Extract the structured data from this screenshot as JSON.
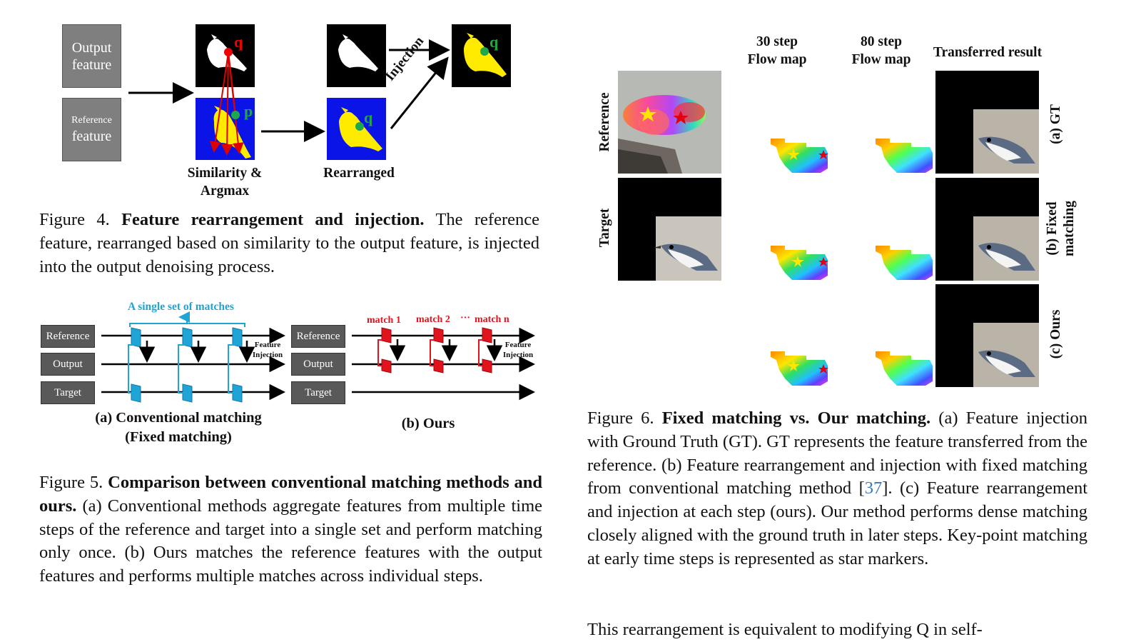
{
  "figure4": {
    "box_output_line1": "Output",
    "box_output_line2": "feature",
    "box_ref_line1": "Reference",
    "box_ref_line2": "feature",
    "label_q": "q",
    "label_p": "p",
    "label_injection": "Injection",
    "label_similarity_line1": "Similarity &",
    "label_similarity_line2": "Argmax",
    "label_rearranged": "Rearranged",
    "caption_prefix": "Figure 4.",
    "caption_title": "Feature rearrangement and injection.",
    "caption_body": " The reference feature, rearranged based on similarity to the output feature, is injected into the output denoising process."
  },
  "figure5": {
    "single_set_label": "A single set of matches",
    "rows": [
      "Reference",
      "Output",
      "Target"
    ],
    "feature_injection_line1": "Feature",
    "feature_injection_line2": "Injection",
    "match1": "match 1",
    "match2": "match 2",
    "dots": "···",
    "matchn": "match n",
    "sub_a_line1": "(a) Conventional matching",
    "sub_a_line2": "(Fixed matching)",
    "sub_b": "(b) Ours",
    "caption_prefix": "Figure 5.",
    "caption_title": "Comparison between conventional matching methods and ours.",
    "caption_body": " (a) Conventional methods aggregate features from multiple time steps of the reference and target into a single set and perform matching only once. (b) Ours matches the reference features with the output features and performs multiple matches across individual steps."
  },
  "figure6": {
    "col1_line1": "30 step",
    "col1_line2": "Flow map",
    "col2_line1": "80 step",
    "col2_line2": "Flow map",
    "col3": "Transferred result",
    "row_reference": "Reference",
    "row_target": "Target",
    "side_a": "(a) GT",
    "side_b_line1": "(b) Fixed",
    "side_b_line2": "matching",
    "side_c": "(c) Ours",
    "caption_prefix": "Figure 6.",
    "caption_title": "Fixed matching vs. Our matching.",
    "caption_part1": " (a) Feature injection with Ground Truth (GT). GT represents the feature transferred from the reference. (b) Feature rearrangement and injection with fixed matching from conventional matching method [",
    "caption_ref": "37",
    "caption_part2": "]. (c) Feature rearrangement and injection at each step (ours). Our method performs dense matching closely aligned with the ground truth in later steps. Key-point matching at early time steps is represented as star markers."
  },
  "body_text": "This rearrangement is equivalent to modifying Q in self-"
}
